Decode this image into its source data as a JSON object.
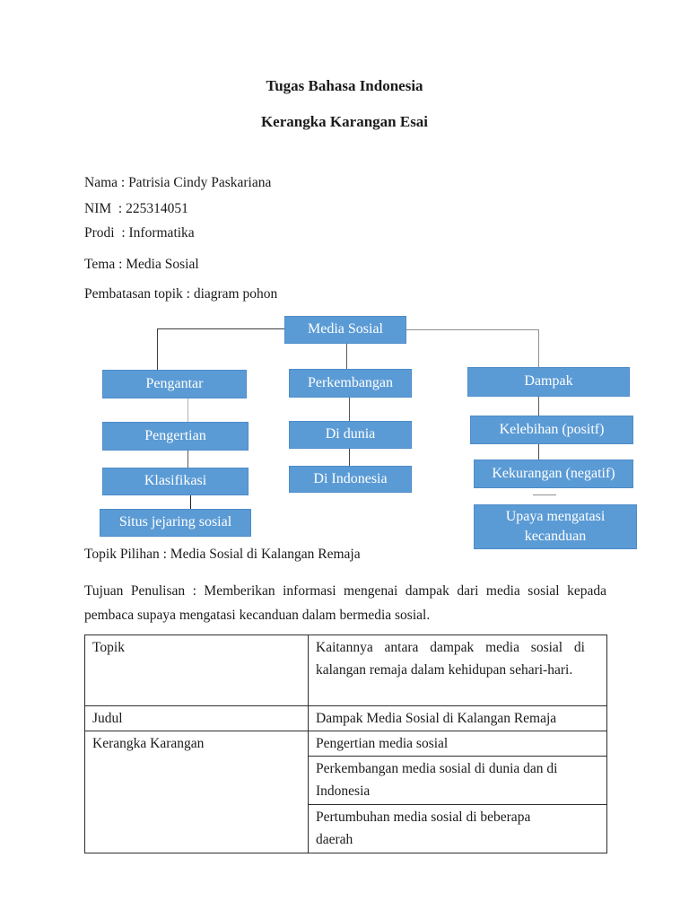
{
  "page": {
    "background": "#ffffff"
  },
  "header": {
    "title": "Tugas Bahasa Indonesia",
    "subtitle": "Kerangka Karangan Esai"
  },
  "meta": {
    "nama": "Nama : Patrisia Cindy Paskariana",
    "nim": "NIM  : 225314051",
    "prodi": "Prodi  : Informatika",
    "tema": "Tema : Media Sosial",
    "pembatasan": "Pembatasan topik : diagram pohon"
  },
  "diagram": {
    "box_color": "#5b9bd5",
    "box_text_color": "#ffffff",
    "root": "Media Sosial",
    "columns": [
      {
        "parent": "Pengantar",
        "children": [
          "Pengertian",
          "Klasifikasi",
          "Situs jejaring sosial"
        ]
      },
      {
        "parent": "Perkembangan",
        "children": [
          "Di dunia",
          "Di Indonesia"
        ]
      },
      {
        "parent": "Dampak",
        "children": [
          "Kelebihan (positf)",
          "Kekurangan (negatif)",
          "Upaya mengatasi kecanduan"
        ]
      }
    ]
  },
  "sections": {
    "topik_pilihan": "Topik Pilihan : Media Sosial di Kalangan Remaja",
    "tujuan_penulisan": "Tujuan Penulisan : Memberikan informasi mengenai dampak dari media sosial kepada pembaca supaya mengatasi kecanduan dalam bermedia sosial."
  },
  "table": {
    "rows": [
      {
        "label": "Topik",
        "value": "Kaitannya antara dampak media sosial di kalangan remaja dalam kehidupan sehari-hari."
      },
      {
        "label": "Judul",
        "value": "Dampak Media Sosial di Kalangan Remaja"
      },
      {
        "label": "Kerangka Karangan",
        "values": [
          "Pengertian media sosial",
          "Perkembangan media sosial di dunia dan di Indonesia",
          "Pertumbuhan media sosial di beberapa daerah"
        ]
      }
    ]
  }
}
